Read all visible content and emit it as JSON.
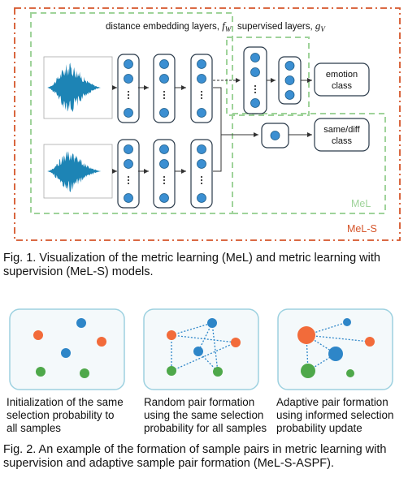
{
  "figure1": {
    "labels": {
      "embedding": "distance embedding layers, ",
      "embedding_symbol": "f",
      "embedding_sub": "W",
      "supervised": "supervised layers, ",
      "supervised_symbol": "g",
      "supervised_sub": "V",
      "emotion_line1": "emotion",
      "emotion_line2": "class",
      "samediff_line1": "same/diff",
      "samediff_line2": "class",
      "mel": "MeL",
      "mels": "MeL-S"
    },
    "colors": {
      "green_dash": "#9fd39a",
      "orange_dash": "#d5552a",
      "node_fill": "#3b8fd2",
      "node_stroke": "#1f5f8b",
      "wave": "#1d84b5",
      "mel_text": "#9fd39a",
      "mels_text": "#d5552a"
    },
    "caption": "Fig. 1. Visualization of the metric learning (MeL) and metric learning with supervision (MeL-S) models."
  },
  "figure2": {
    "panels": [
      {
        "line1": "Initialization of the same",
        "line2": "selection probability to",
        "line3": "all samples"
      },
      {
        "line1": "Random pair formation",
        "line2": "using the same selection",
        "line3": "probability for all samples"
      },
      {
        "line1": "Adaptive pair formation",
        "line2": "using informed selection",
        "line3": "probability update"
      }
    ],
    "colors": {
      "orange": "#f26b3a",
      "blue": "#2e86c8",
      "green": "#4ea84a",
      "dotted_line": "#2e86c8",
      "panel_border": "#9dd1e0",
      "panel_bg": "#f4f9fb"
    },
    "caption": "Fig. 2. An example of the formation of sample pairs in metric learning with supervision and adaptive sample pair formation (MeL-S-ASPF)."
  }
}
